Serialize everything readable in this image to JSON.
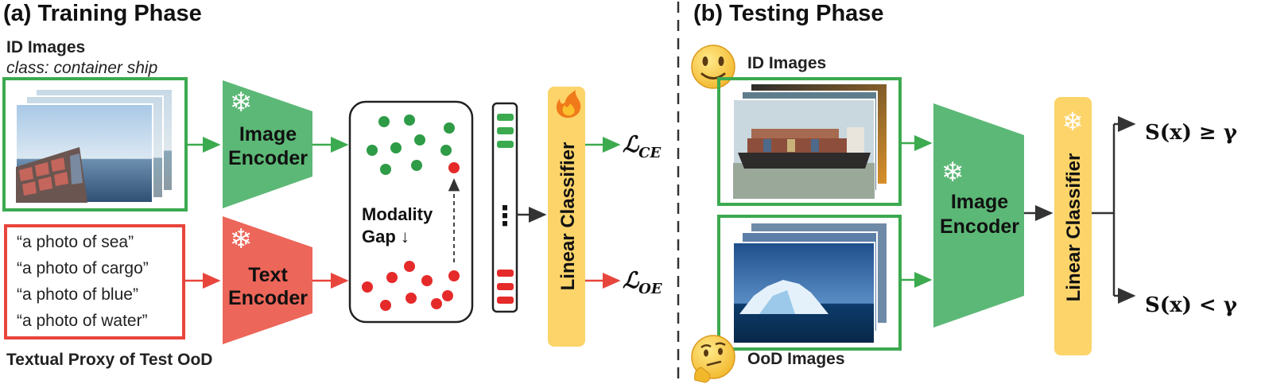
{
  "training": {
    "title": "(a) Training Phase",
    "id_images_label": "ID Images",
    "class_label": "class: container ship",
    "image_encoder": [
      "Image",
      "Encoder"
    ],
    "text_encoder": [
      "Text",
      "Encoder"
    ],
    "prompts": [
      "“a photo of sea”",
      "“a photo of cargo”",
      "“a photo of blue”",
      "“a photo of water”"
    ],
    "proxy_label": "Textual Proxy of Test OoD",
    "modality_gap": [
      "Modality",
      "Gap ↓"
    ],
    "vector_dots": "⋮",
    "classifier": "Linear Classifier",
    "loss_ce": {
      "main": "ℒ",
      "sub": "CE"
    },
    "loss_oe": {
      "main": "ℒ",
      "sub": "OE"
    }
  },
  "testing": {
    "title": "(b) Testing Phase",
    "id_images_label": "ID Images",
    "ood_images_label": "OoD Images",
    "image_encoder": [
      "Image",
      "Encoder"
    ],
    "classifier": "Linear Classifier",
    "score_high": "S(x) ≥ γ",
    "score_low": "S(x) < γ"
  },
  "icons": {
    "snowflake": "snowflake-icon",
    "flame": "flame-icon",
    "smiley": "smiley-face-icon",
    "thinking": "thinking-face-icon"
  },
  "colors": {
    "green": "#3caa4f",
    "encoder_green": "#5cb876",
    "red": "#e8453c",
    "encoder_red": "#ec6659",
    "classifier_yellow": "#fcd46a",
    "dot_green": "#2e9b46",
    "dot_red": "#e52a2a"
  }
}
